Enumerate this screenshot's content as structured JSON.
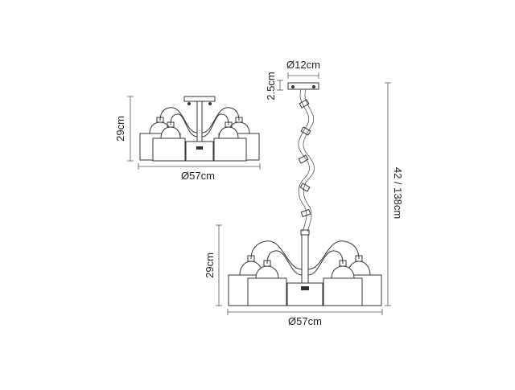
{
  "semi_flush": {
    "height_label": "29cm",
    "diameter_label": "Ø57cm"
  },
  "pendant": {
    "ceiling_plate_label": "Ø12cm",
    "plate_height_label": "2.5cm",
    "total_height_label": "42 / 138cm",
    "body_height_label": "29cm",
    "diameter_label": "Ø57cm"
  }
}
